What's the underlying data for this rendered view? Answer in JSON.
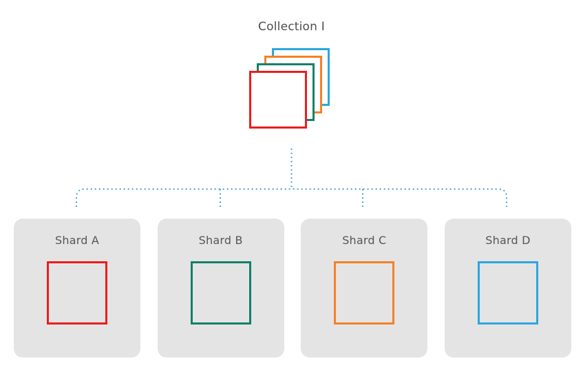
{
  "diagram": {
    "type": "sharding-topology",
    "title": "Collection I",
    "description": "A single collection depicted as a stack of four colored documents, fanning out via a dotted connector tree into four shards, each holding one colored document."
  },
  "collection": {
    "label": "Collection I",
    "stack": [
      {
        "name": "document-blue",
        "color": "#2ba6de",
        "z": 1
      },
      {
        "name": "document-orange",
        "color": "#f58025",
        "z": 2
      },
      {
        "name": "document-teal",
        "color": "#11806a",
        "z": 3
      },
      {
        "name": "document-red",
        "color": "#ee1c1c",
        "z": 4
      }
    ]
  },
  "connector": {
    "style": "dotted",
    "color": "#4ba3cd",
    "dot_size": 2,
    "dot_gap": 4,
    "corner_radius": 12,
    "branch_count": 4
  },
  "shards": [
    {
      "label": "Shard A",
      "color": "#ee1c1c",
      "icon": "document-red-icon"
    },
    {
      "label": "Shard B",
      "color": "#11806a",
      "icon": "document-teal-icon"
    },
    {
      "label": "Shard C",
      "color": "#f58025",
      "icon": "document-orange-icon"
    },
    {
      "label": "Shard D",
      "color": "#2ba6de",
      "icon": "document-blue-icon"
    }
  ],
  "theme": {
    "background": "#ffffff",
    "card_background": "#e4e4e4",
    "title_text": "#4d4d4d",
    "label_text": "#555555"
  }
}
